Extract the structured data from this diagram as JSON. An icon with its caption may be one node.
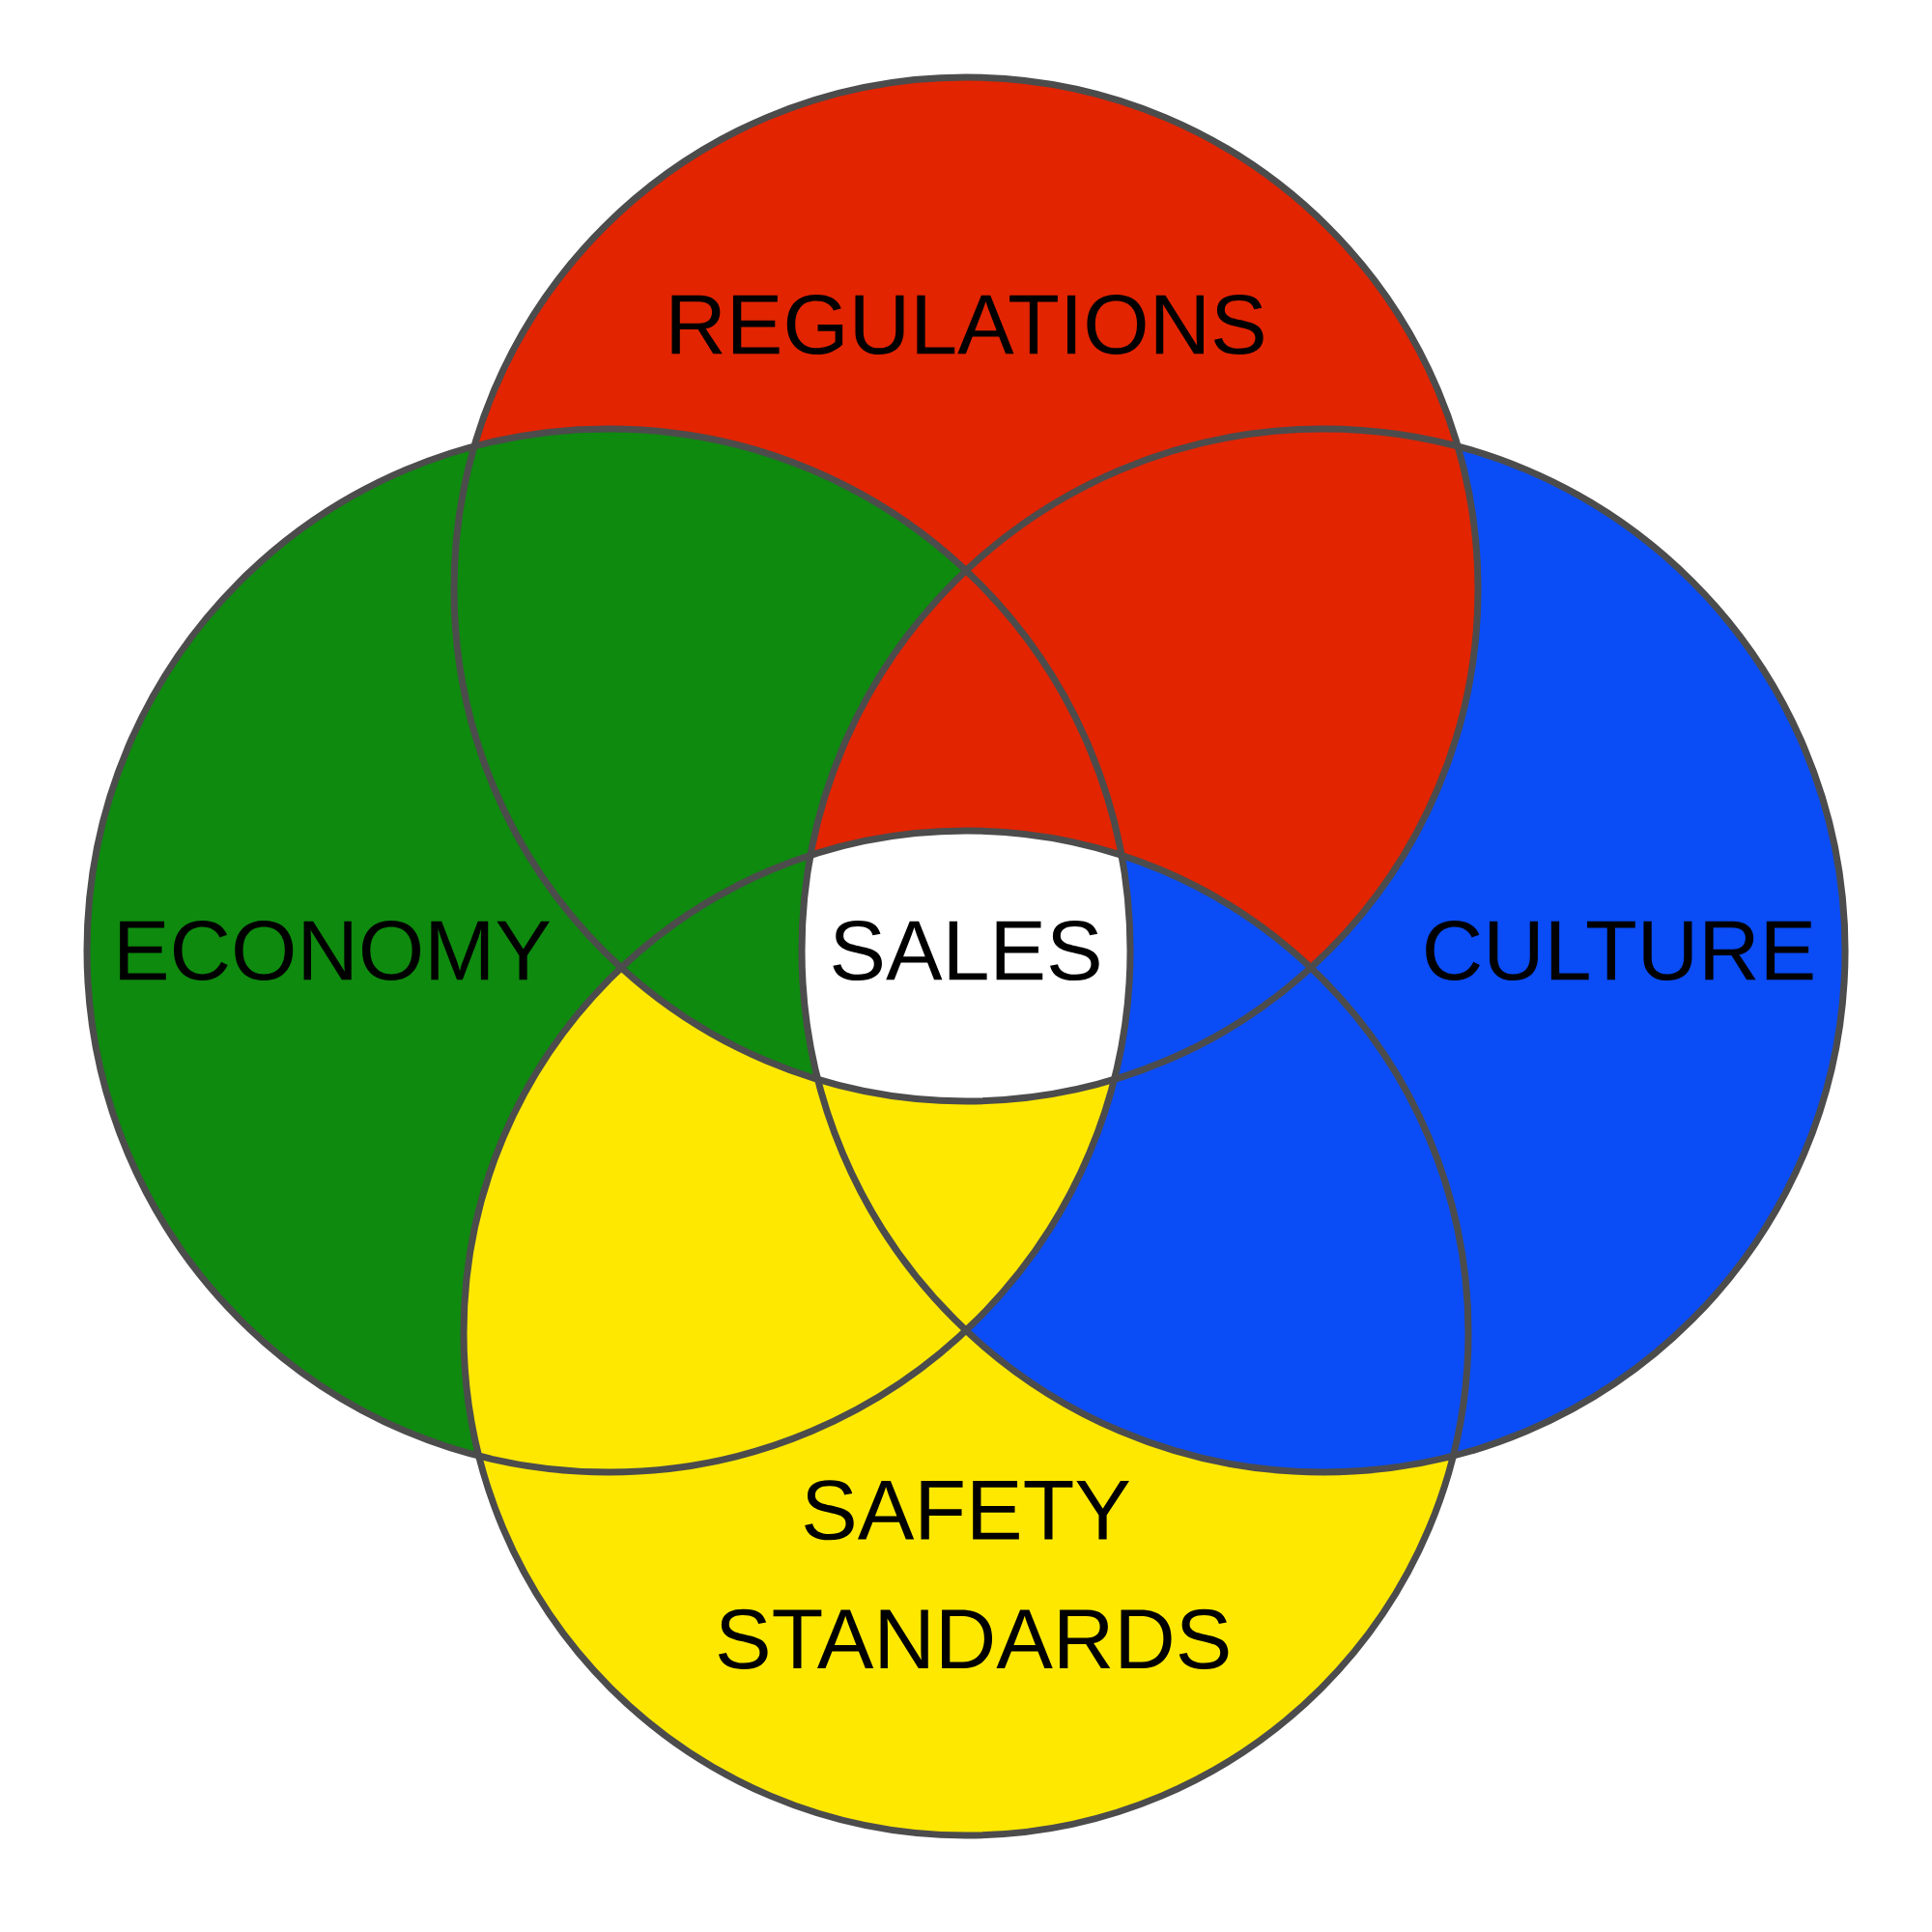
{
  "diagram": {
    "nodes": [
      {
        "text": [
          "REGULATIONS"
        ]
      },
      {
        "text": [
          "ECONOMY"
        ]
      },
      {
        "text": [
          "CULTURE"
        ]
      },
      {
        "text": [
          "SAFETY STANDARDS"
        ]
      },
      {
        "text": [
          "SALES"
        ]
      }
    ],
    "edges": []
  }
}
